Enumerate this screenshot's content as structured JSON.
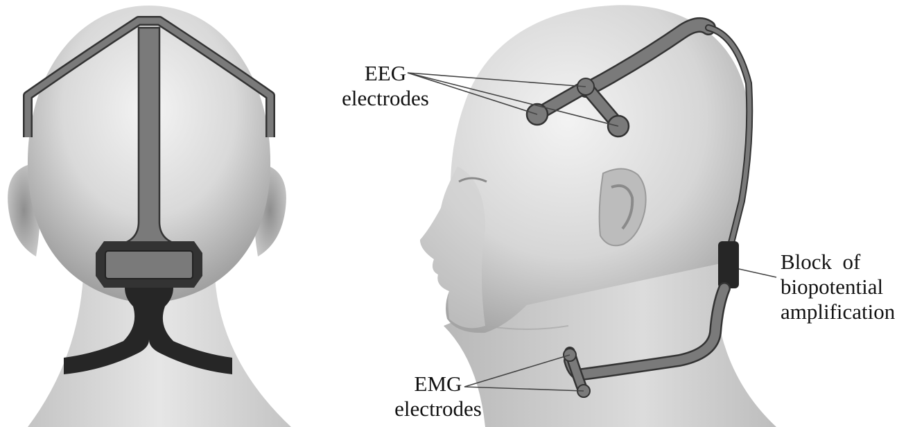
{
  "labels": {
    "eeg_line1": "EEG",
    "eeg_line2": "electrodes",
    "emg_line1": "EMG",
    "emg_line2": "electrodes",
    "block_line1": "Block  of",
    "block_line2": "biopotential",
    "block_line3": "amplification"
  },
  "colors": {
    "skin_light": "#efefef",
    "skin_mid": "#cfcfcf",
    "skin_dark": "#9a9a9a",
    "band_gray": "#7a7a7a",
    "band_outline": "#333333",
    "band_dark": "#262626",
    "leader_line": "#444444"
  }
}
